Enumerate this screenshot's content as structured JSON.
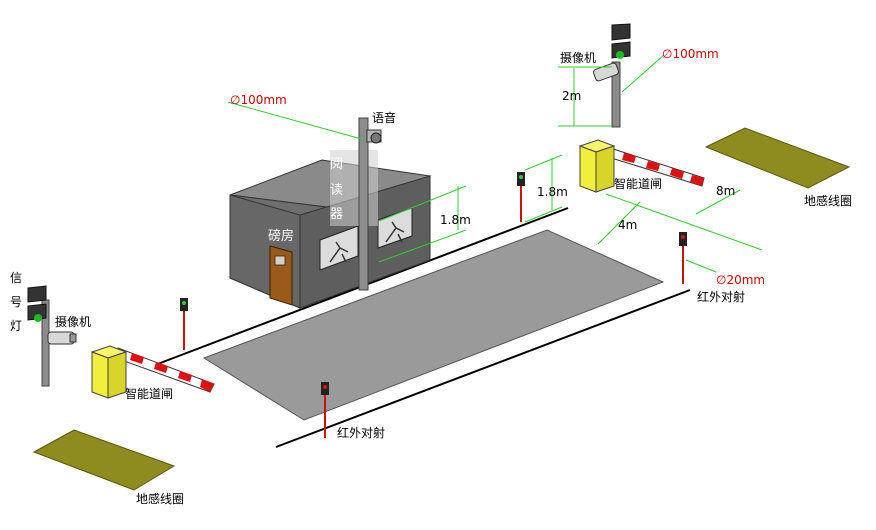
{
  "labels": {
    "signal_light_vertical": [
      "信",
      "号",
      "灯"
    ],
    "camera_left": "摄像机",
    "camera_right": "摄像机",
    "gate_left": "智能道闸",
    "gate_right": "智能道闸",
    "loop_left": "地感线圈",
    "loop_right": "地感线圈",
    "infrared_bottom": "红外对射",
    "infrared_right": "红外对射",
    "weighing_house": "磅房",
    "voice": "语音",
    "reader_vertical": [
      "阅",
      "读",
      "器"
    ],
    "dim_pole_diameter_left": "∅100mm",
    "dim_pole_diameter_right": "∅100mm",
    "dim_infrared_diameter": "∅20mm",
    "dim_height_house": "1.8m",
    "dim_height_mid": "1.8m",
    "dim_height_camera": "2m",
    "dim_length_8m": "8m",
    "dim_length_4m": "4m"
  },
  "colors": {
    "dimension_line": "#33cc33",
    "dimension_red_text": "#cc0000",
    "pole": "#8c8c8c",
    "house_front": "#6e6e6e",
    "house_side": "#5a5a5a",
    "house_roof": "#8a8a8a",
    "scale_platform": "#9a9a9a",
    "loop": "#8f8c1f",
    "gate_box": "#f2ee3c",
    "gate_arm_red": "#e01010",
    "infrared_post": "#cc1111",
    "door": "#9a5a1a"
  }
}
